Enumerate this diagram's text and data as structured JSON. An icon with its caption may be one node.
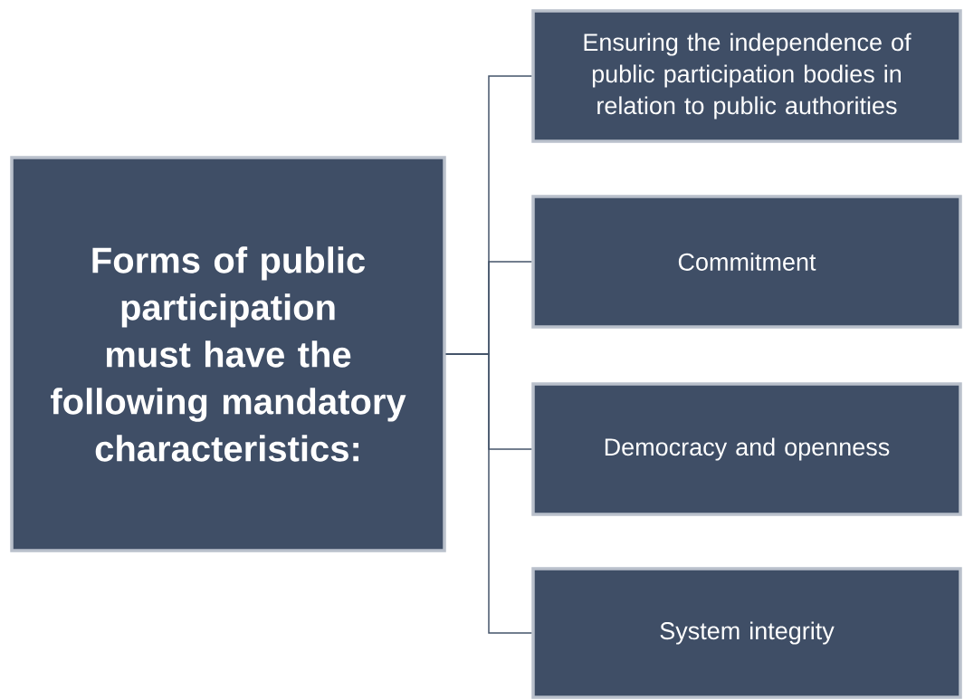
{
  "diagram": {
    "nodes": [
      {
        "text": [
          "Forms of public participation must have the following mandatory characteristics:"
        ]
      },
      {
        "text": [
          "Ensuring the independence of public participation bodies in relation to public authorities"
        ]
      },
      {
        "text": [
          "Commitment"
        ]
      },
      {
        "text": [
          "Democracy and openness"
        ]
      },
      {
        "text": [
          "System integrity"
        ]
      }
    ],
    "edges": [
      {
        "from": 0,
        "to": 1,
        "arrow": "none"
      },
      {
        "from": 0,
        "to": 2,
        "arrow": "none"
      },
      {
        "from": 0,
        "to": 3,
        "arrow": "none"
      },
      {
        "from": 0,
        "to": 4,
        "arrow": "none"
      }
    ]
  }
}
